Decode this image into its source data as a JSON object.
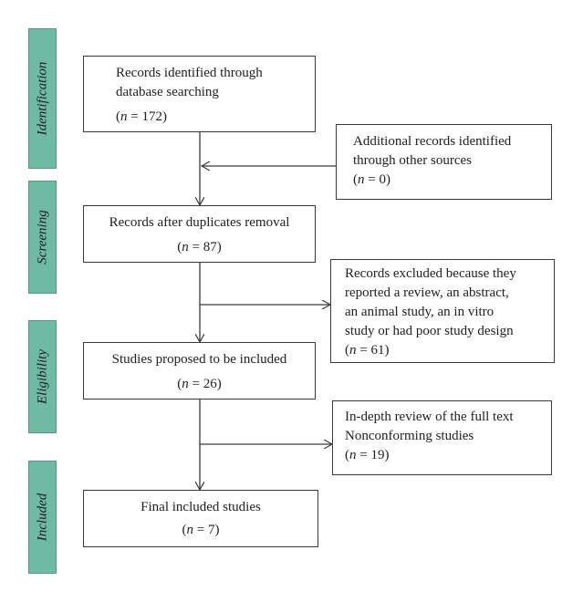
{
  "stages": {
    "identification": "Identification",
    "screening": "Screening",
    "eligibility": "Eligibility",
    "included": "Included"
  },
  "boxes": {
    "identified": {
      "lines": [
        "Records identified through",
        "database searching"
      ],
      "n_var": "n",
      "n_value": " = 172)"
    },
    "additional": {
      "lines": [
        "Additional records identified",
        "through other sources"
      ],
      "n_var": "n",
      "n_value": " = 0)"
    },
    "after_duplicates": {
      "lines": [
        "Records after duplicates removal"
      ],
      "n_var": "n",
      "n_value": " = 87)"
    },
    "excluded": {
      "lines": [
        "Records excluded because they",
        "reported a review, an abstract,",
        "an animal study, an in vitro",
        "study or had poor study design"
      ],
      "n_var": "n",
      "n_value": " = 61)"
    },
    "proposed": {
      "lines": [
        "Studies proposed to be included"
      ],
      "n_var": "n",
      "n_value": " = 26)"
    },
    "in_depth": {
      "lines": [
        "In-depth review of the full text",
        "Nonconforming studies"
      ],
      "n_var": "n",
      "n_value": " = 19)"
    },
    "final": {
      "lines": [
        "Final included studies"
      ],
      "n_var": "n",
      "n_value": " = 7)"
    }
  },
  "colors": {
    "stage_fill": "#6fbaa2",
    "line": "#3a3a3a"
  }
}
